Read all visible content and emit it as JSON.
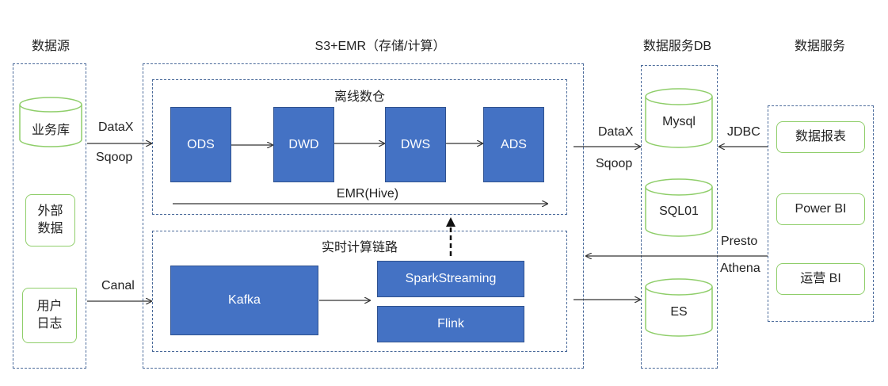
{
  "headers": {
    "sources": "数据源",
    "platform": "S3+EMR（存储/计算）",
    "service_db": "数据服务DB",
    "services": "数据服务"
  },
  "sources": {
    "business_db": "业务库",
    "external_data": [
      "外部",
      "数据"
    ],
    "user_logs": [
      "用户",
      "日志"
    ]
  },
  "offline": {
    "title": "离线数仓",
    "layers": [
      "ODS",
      "DWD",
      "DWS",
      "ADS"
    ],
    "engine": "EMR(Hive)"
  },
  "realtime": {
    "title": "实时计算链路",
    "kafka": "Kafka",
    "spark": "SparkStreaming",
    "flink": "Flink"
  },
  "ingest_labels": {
    "batch_top": "DataX",
    "batch_bottom": "Sqoop",
    "stream": "Canal"
  },
  "export_labels": {
    "top": "DataX",
    "bottom": "Sqoop"
  },
  "databases": [
    "Mysql",
    "SQL01",
    "ES"
  ],
  "query_labels": {
    "jdbc": "JDBC",
    "presto": "Presto",
    "athena": "Athena"
  },
  "services": [
    "数据报表",
    "Power BI",
    "运营 BI"
  ]
}
